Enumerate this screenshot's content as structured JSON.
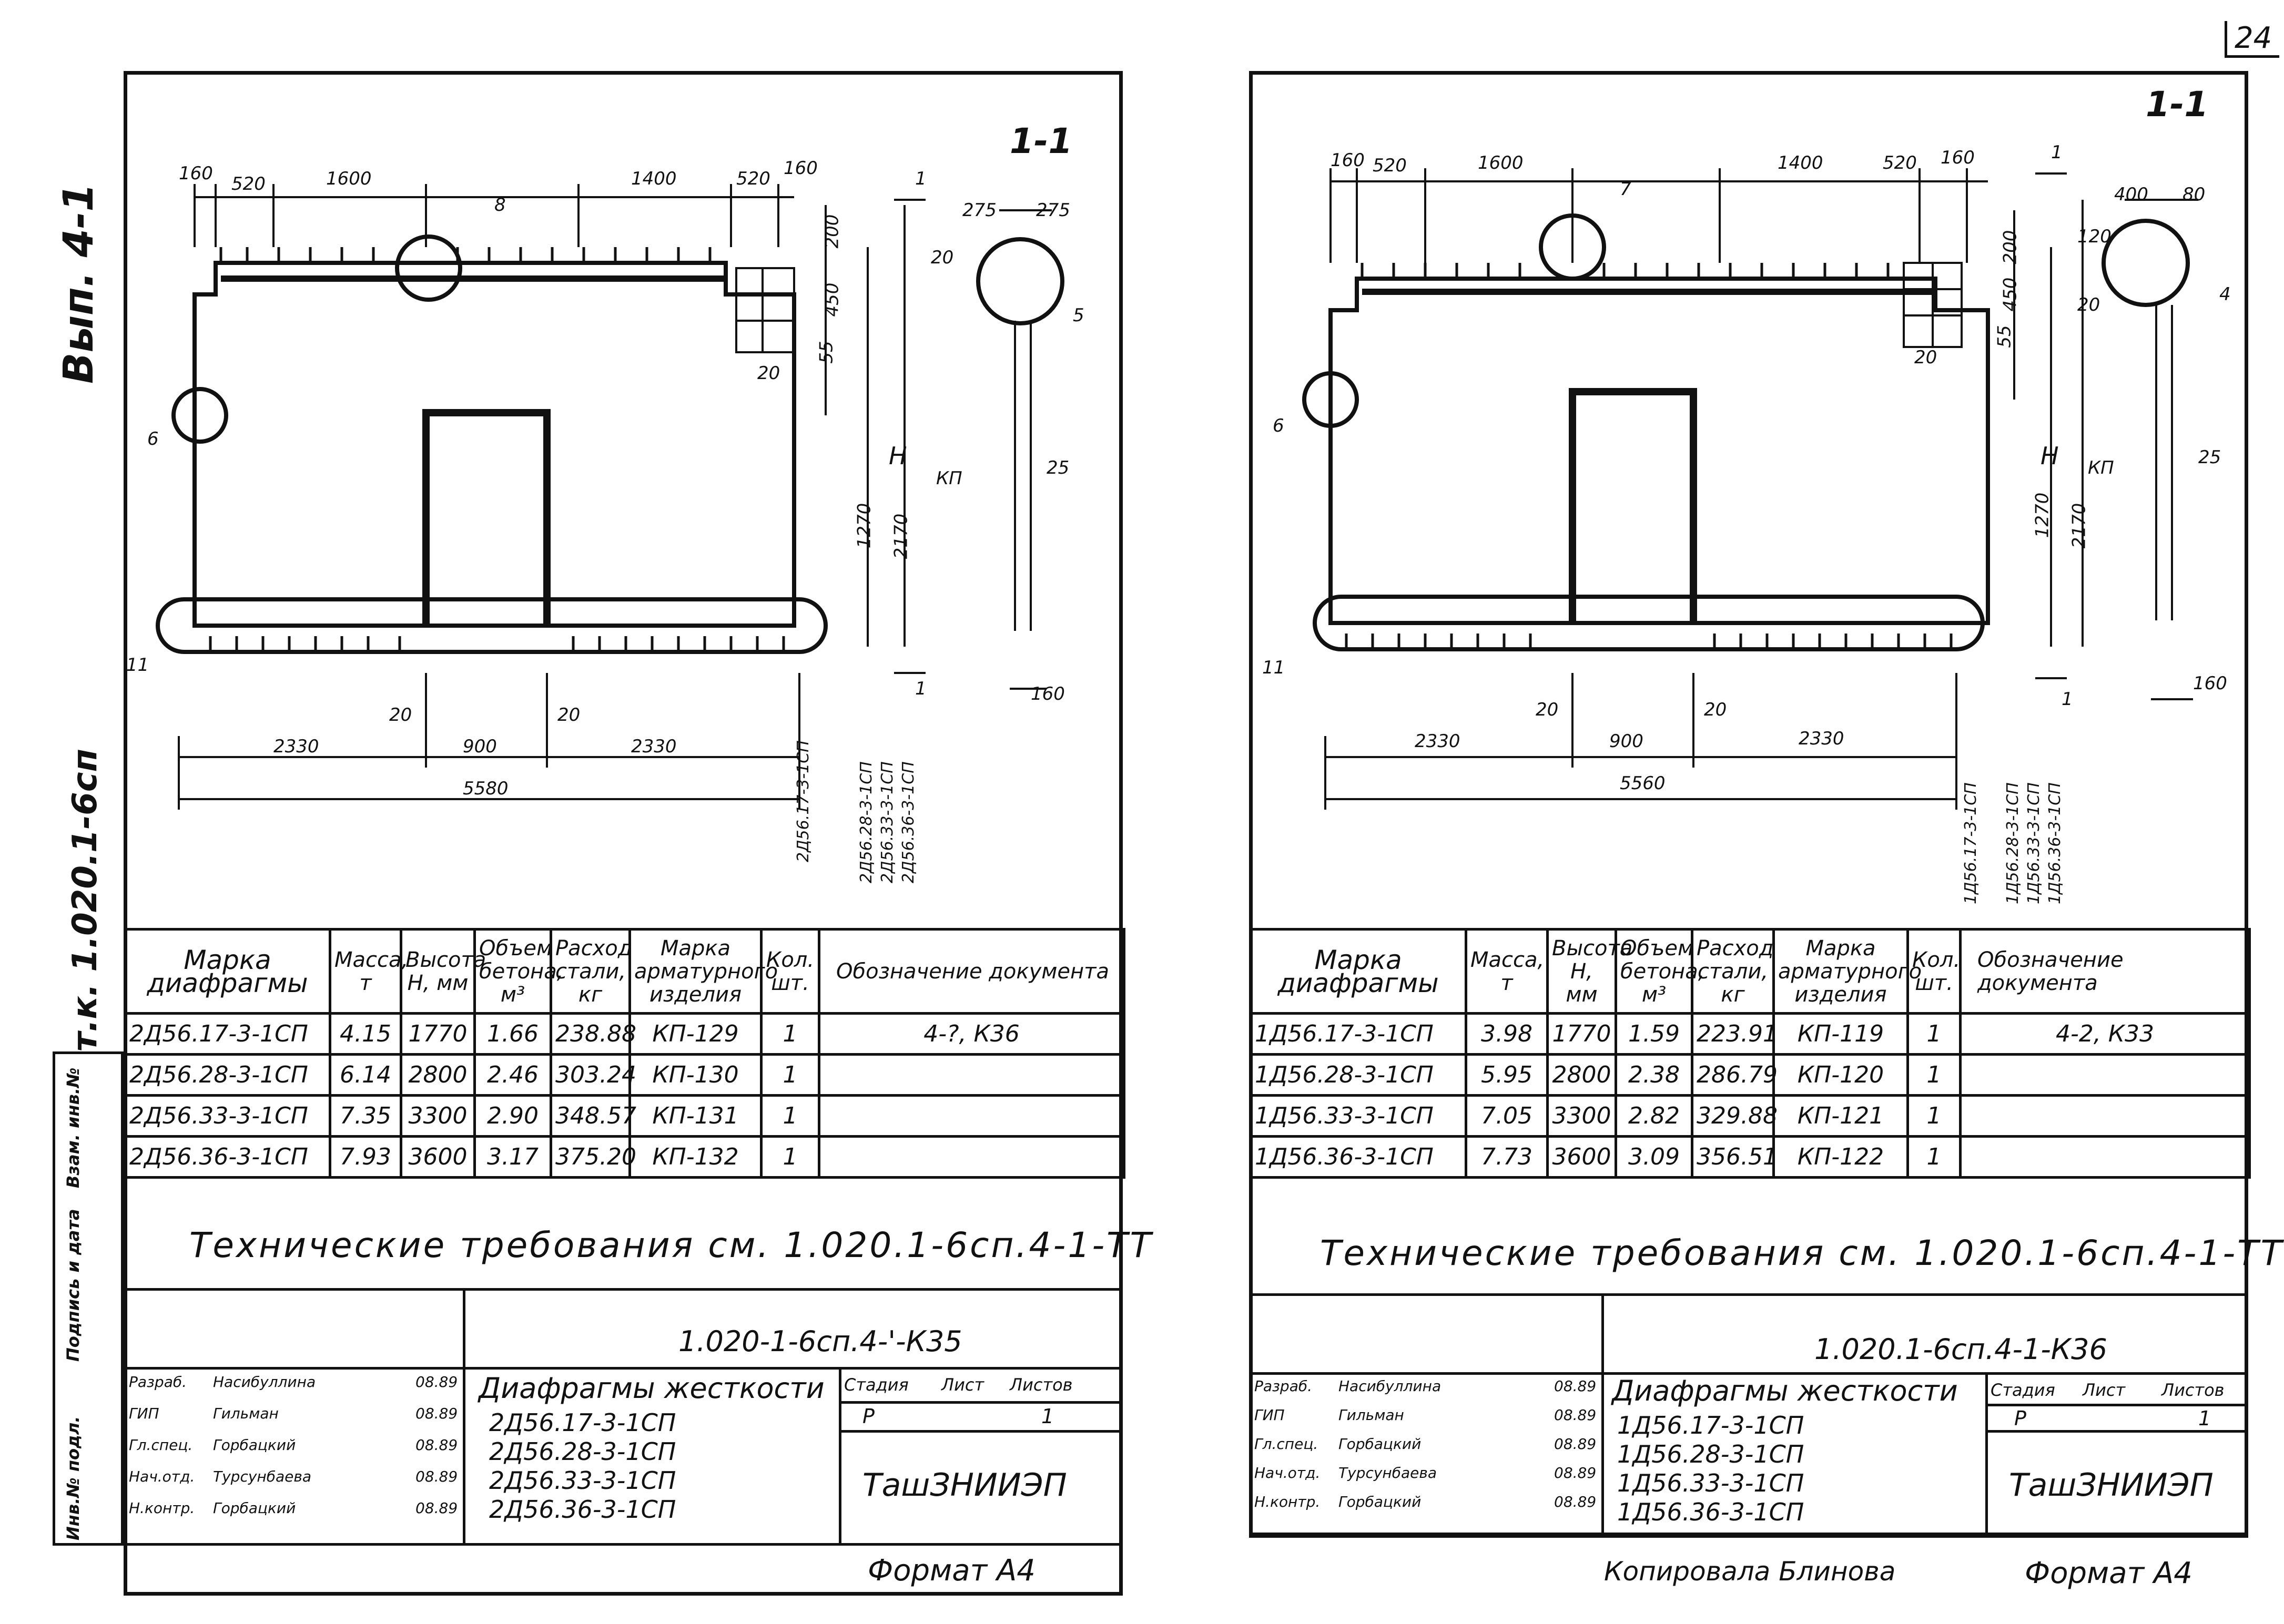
{
  "sheets": [
    {
      "section_label": "1-1",
      "dims_top": [
        "160",
        "520",
        "1600",
        "1400",
        "520",
        "160"
      ],
      "dims_right": [
        "200",
        "450",
        "55",
        "20",
        "1270",
        "2170",
        "H"
      ],
      "dims_bottom": [
        "20",
        "20",
        "2330",
        "900",
        "2330",
        "5580"
      ],
      "side_dims": [
        "275",
        "275",
        "20",
        "25",
        "160"
      ],
      "callouts": [
        "8",
        "6",
        "5",
        "11",
        "КП",
        "1",
        "1"
      ],
      "vertical_marks": [
        "2Д56.17-3-1СП",
        "2Д56.28-3-1СП",
        "2Д56.33-3-1СП",
        "2Д56.36-3-1СП"
      ],
      "table_headers": [
        "Марка диафрагмы",
        "Масса, т",
        "Высота Н, мм",
        "Объем бетона, м³",
        "Расход стали, кг",
        "Марка арматурного изделия",
        "Кол. шт.",
        "Обозначение документа"
      ],
      "rows": [
        [
          "2Д56.17-3-1СП",
          "4.15",
          "1770",
          "1.66",
          "238.88",
          "КП-129",
          "1",
          "4-?, К36"
        ],
        [
          "2Д56.28-3-1СП",
          "6.14",
          "2800",
          "2.46",
          "303.24",
          "КП-130",
          "1",
          ""
        ],
        [
          "2Д56.33-3-1СП",
          "7.35",
          "3300",
          "2.90",
          "348.57",
          "КП-131",
          "1",
          ""
        ],
        [
          "2Д56.36-3-1СП",
          "7.93",
          "3600",
          "3.17",
          "375.20",
          "КП-132",
          "1",
          ""
        ]
      ],
      "tech_req": "Технические требования см. 1.020.1-6сп.4-1-ТТ",
      "doc_code": "1.020-1-6сп.4-'-К35",
      "roles": [
        "Разраб.",
        "ГИП",
        "Гл.спец.",
        "Нач.отд.",
        "Н.контр."
      ],
      "names": [
        "Насибуллина",
        "Гильман",
        "Горбацкий",
        "Турсунбаева",
        "Горбацкий"
      ],
      "dates": [
        "08.89",
        "08.89",
        "08.89",
        "08.89",
        "08.89"
      ],
      "title": "Диафрагмы жесткости",
      "title_marks": [
        "2Д56.17-3-1СП",
        "2Д56.28-3-1СП",
        "2Д56.33-3-1СП",
        "2Д56.36-3-1СП"
      ],
      "stage_headers": [
        "Стадия",
        "Лист",
        "Листов"
      ],
      "stage_values": [
        "Р",
        "",
        "1"
      ],
      "org": "ТашЗНИИЭП",
      "footer": "Формат А4"
    },
    {
      "section_label": "1-1",
      "dims_top": [
        "160",
        "520",
        "1600",
        "1400",
        "520",
        "160"
      ],
      "dims_right": [
        "200",
        "450",
        "55",
        "20",
        "1270",
        "2170",
        "H"
      ],
      "dims_bottom": [
        "20",
        "20",
        "2330",
        "900",
        "2330",
        "5560"
      ],
      "side_dims": [
        "400",
        "80",
        "120",
        "20",
        "25",
        "160"
      ],
      "callouts": [
        "7",
        "6",
        "4",
        "11",
        "КП",
        "1",
        "1"
      ],
      "vertical_marks": [
        "1Д56.17-3-1СП",
        "1Д56.28-3-1СП",
        "1Д56.33-3-1СП",
        "1Д56.36-3-1СП"
      ],
      "table_headers": [
        "Марка диафрагмы",
        "Масса, т",
        "Высота Н, мм",
        "Объем бетона, м³",
        "Расход стали, кг",
        "Марка арматурного изделия",
        "Кол. шт.",
        "Обозначение документа"
      ],
      "rows": [
        [
          "1Д56.17-3-1СП",
          "3.98",
          "1770",
          "1.59",
          "223.91",
          "КП-119",
          "1",
          "4-2, К33"
        ],
        [
          "1Д56.28-3-1СП",
          "5.95",
          "2800",
          "2.38",
          "286.79",
          "КП-120",
          "1",
          ""
        ],
        [
          "1Д56.33-3-1СП",
          "7.05",
          "3300",
          "2.82",
          "329.88",
          "КП-121",
          "1",
          ""
        ],
        [
          "1Д56.36-3-1СП",
          "7.73",
          "3600",
          "3.09",
          "356.51",
          "КП-122",
          "1",
          ""
        ]
      ],
      "tech_req": "Технические требования см. 1.020.1-6сп.4-1-ТТ",
      "doc_code": "1.020.1-6сп.4-1-К36",
      "roles": [
        "Разраб.",
        "ГИП",
        "Гл.спец.",
        "Нач.отд.",
        "Н.контр."
      ],
      "names": [
        "Насибуллина",
        "Гильман",
        "Горбацкий",
        "Турсунбаева",
        "Горбацкий"
      ],
      "dates": [
        "08.89",
        "08.89",
        "08.89",
        "08.89",
        "08.89"
      ],
      "title": "Диафрагмы жесткости",
      "title_marks": [
        "1Д56.17-3-1СП",
        "1Д56.28-3-1СП",
        "1Д56.33-3-1СП",
        "1Д56.36-3-1СП"
      ],
      "stage_headers": [
        "Стадия",
        "Лист",
        "Листов"
      ],
      "stage_values": [
        "Р",
        "",
        "1"
      ],
      "org": "ТашЗНИИЭП",
      "footer": "Формат А4"
    }
  ],
  "margin_left": {
    "issue": "Вып. 4-1",
    "series": "т.к. 1.020.1-6сп",
    "stamp_labels": [
      "Инв.№ подл.",
      "Подпись и дата",
      "Взам. инв.№"
    ]
  },
  "page_number": "24",
  "copied_by": "Копировала Блинова"
}
